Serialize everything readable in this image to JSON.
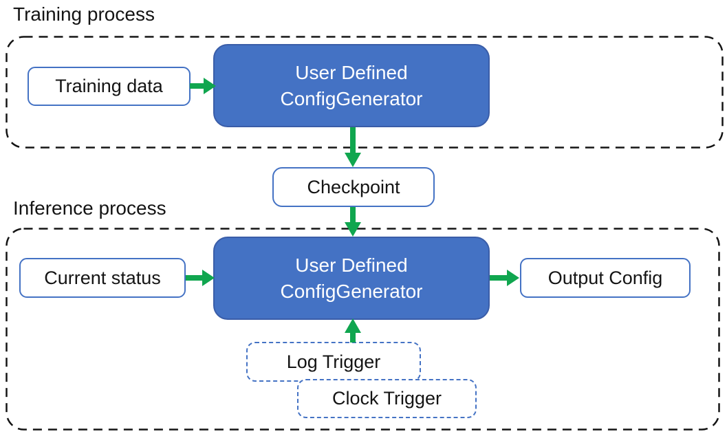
{
  "colors": {
    "accent_blue": "#4472C4",
    "blue_box_border": "#3A5DA8",
    "white_box_border": "#4472C4",
    "arrow_green": "#10A64F",
    "container_dash": "#141414",
    "text_dark": "#141414",
    "text_light": "#FFFFFF"
  },
  "training": {
    "section_label": "Training process",
    "input_label": "Training data",
    "generator_label_line1": "User Defined",
    "generator_label_line2": "ConfigGenerator"
  },
  "checkpoint": {
    "label": "Checkpoint"
  },
  "inference": {
    "section_label": "Inference process",
    "input_label": "Current status",
    "generator_label_line1": "User Defined",
    "generator_label_line2": "ConfigGenerator",
    "output_label": "Output Config",
    "log_trigger_label": "Log Trigger",
    "clock_trigger_label": "Clock Trigger"
  }
}
